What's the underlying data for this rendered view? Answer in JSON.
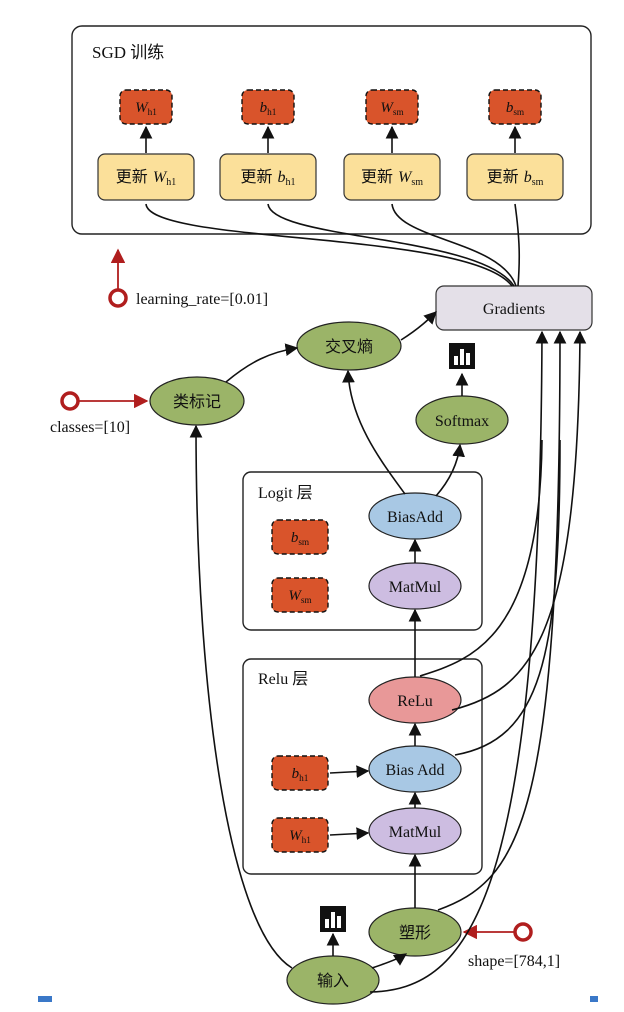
{
  "sgd": {
    "title": "SGD 训练",
    "params": [
      {
        "base": "W",
        "sub": "h1"
      },
      {
        "base": "b",
        "sub": "h1"
      },
      {
        "base": "W",
        "sub": "sm"
      },
      {
        "base": "b",
        "sub": "sm"
      }
    ],
    "update_prefix": "更新 "
  },
  "gradients_label": "Gradients",
  "learning_rate_label": "learning_rate=[0.01]",
  "cross_entropy_label": "交叉熵",
  "class_label_node": "类标记",
  "classes_label": "classes=[10]",
  "softmax_label": "Softmax",
  "logit_layer": {
    "title": "Logit 层",
    "biasadd": "BiasAdd",
    "matmul": "MatMul",
    "params": [
      {
        "base": "b",
        "sub": "sm"
      },
      {
        "base": "W",
        "sub": "sm"
      }
    ]
  },
  "relu_layer": {
    "title": "Relu 层",
    "relu": "ReLu",
    "biasadd": "Bias Add",
    "matmul": "MatMul",
    "params": [
      {
        "base": "b",
        "sub": "h1"
      },
      {
        "base": "W",
        "sub": "h1"
      }
    ]
  },
  "reshape_label": "塑形",
  "shape_label": "shape=[784,1]",
  "input_label": "输入",
  "icons": [
    "bar-chart-icon",
    "source-ring-icon"
  ],
  "colors": {
    "variable": "#d9542b",
    "update": "#fbe09a",
    "green_node": "#9bb468",
    "blue_node": "#a8c8e4",
    "purple_node": "#cdbde1",
    "relu_node": "#e89898",
    "gradients": "#e4e0e8",
    "red_arrow": "#b01e1e"
  }
}
